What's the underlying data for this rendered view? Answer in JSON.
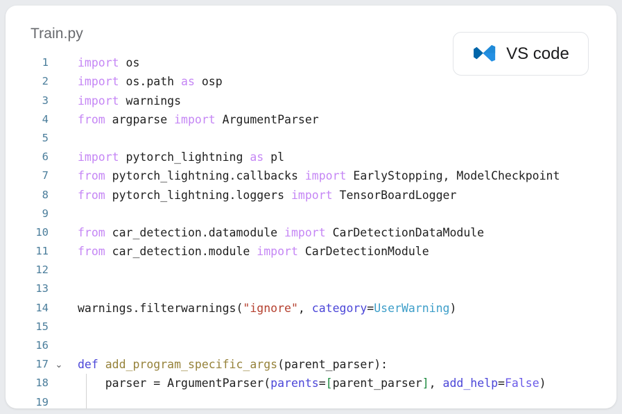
{
  "window": {
    "background_color": "#e9ebee",
    "card_color": "#ffffff"
  },
  "header": {
    "file_title": "Train.py",
    "badge": {
      "label": "VS code",
      "icon": "vscode-logo-icon",
      "icon_color_dark": "#0065a9",
      "icon_color_light": "#2490e3"
    }
  },
  "editor": {
    "language": "python",
    "partial_top_line": "  ",
    "partial_bottom_line_number": "19",
    "colors": {
      "line_number": "#4a7d9b",
      "keyword": "#c586f5",
      "def_keyword": "#4b46d8",
      "function_name": "#96823a",
      "string": "#b5402f",
      "parameter": "#4b46d8",
      "type": "#3d9ec9",
      "bracket": "#1b8a3f",
      "constant": "#6a5ae8",
      "plain": "#1f1f1f"
    },
    "lines": [
      {
        "number": "1",
        "fold": "",
        "indent_guide": false,
        "tokens": [
          {
            "text": "import",
            "cls": "t-kw"
          },
          {
            "text": " os",
            "cls": "t-plain"
          }
        ]
      },
      {
        "number": "2",
        "fold": "",
        "indent_guide": false,
        "tokens": [
          {
            "text": "import",
            "cls": "t-kw"
          },
          {
            "text": " os.path ",
            "cls": "t-plain"
          },
          {
            "text": "as",
            "cls": "t-kw"
          },
          {
            "text": " osp",
            "cls": "t-plain"
          }
        ]
      },
      {
        "number": "3",
        "fold": "",
        "indent_guide": false,
        "tokens": [
          {
            "text": "import",
            "cls": "t-kw"
          },
          {
            "text": " warnings",
            "cls": "t-plain"
          }
        ]
      },
      {
        "number": "4",
        "fold": "",
        "indent_guide": false,
        "tokens": [
          {
            "text": "from",
            "cls": "t-kw"
          },
          {
            "text": " argparse ",
            "cls": "t-plain"
          },
          {
            "text": "import",
            "cls": "t-kw"
          },
          {
            "text": " ArgumentParser",
            "cls": "t-plain"
          }
        ]
      },
      {
        "number": "5",
        "fold": "",
        "indent_guide": false,
        "tokens": []
      },
      {
        "number": "6",
        "fold": "",
        "indent_guide": false,
        "tokens": [
          {
            "text": "import",
            "cls": "t-kw"
          },
          {
            "text": " pytorch_lightning ",
            "cls": "t-plain"
          },
          {
            "text": "as",
            "cls": "t-kw"
          },
          {
            "text": " pl",
            "cls": "t-plain"
          }
        ]
      },
      {
        "number": "7",
        "fold": "",
        "indent_guide": false,
        "tokens": [
          {
            "text": "from",
            "cls": "t-kw"
          },
          {
            "text": " pytorch_lightning.callbacks ",
            "cls": "t-plain"
          },
          {
            "text": "import",
            "cls": "t-kw"
          },
          {
            "text": " EarlyStopping, ModelCheckpoint",
            "cls": "t-plain"
          }
        ]
      },
      {
        "number": "8",
        "fold": "",
        "indent_guide": false,
        "tokens": [
          {
            "text": "from",
            "cls": "t-kw"
          },
          {
            "text": " pytorch_lightning.loggers ",
            "cls": "t-plain"
          },
          {
            "text": "import",
            "cls": "t-kw"
          },
          {
            "text": " TensorBoardLogger",
            "cls": "t-plain"
          }
        ]
      },
      {
        "number": "9",
        "fold": "",
        "indent_guide": false,
        "tokens": []
      },
      {
        "number": "10",
        "fold": "",
        "indent_guide": false,
        "tokens": [
          {
            "text": "from",
            "cls": "t-kw"
          },
          {
            "text": " car_detection.datamodule ",
            "cls": "t-plain"
          },
          {
            "text": "import",
            "cls": "t-kw"
          },
          {
            "text": " CarDetectionDataModule",
            "cls": "t-plain"
          }
        ]
      },
      {
        "number": "11",
        "fold": "",
        "indent_guide": false,
        "tokens": [
          {
            "text": "from",
            "cls": "t-kw"
          },
          {
            "text": " car_detection.module ",
            "cls": "t-plain"
          },
          {
            "text": "import",
            "cls": "t-kw"
          },
          {
            "text": " CarDetectionModule",
            "cls": "t-plain"
          }
        ]
      },
      {
        "number": "12",
        "fold": "",
        "indent_guide": false,
        "tokens": []
      },
      {
        "number": "13",
        "fold": "",
        "indent_guide": false,
        "tokens": []
      },
      {
        "number": "14",
        "fold": "",
        "indent_guide": false,
        "tokens": [
          {
            "text": "warnings.filterwarnings(",
            "cls": "t-plain"
          },
          {
            "text": "\"ignore\"",
            "cls": "t-str"
          },
          {
            "text": ", ",
            "cls": "t-plain"
          },
          {
            "text": "category",
            "cls": "t-param"
          },
          {
            "text": "=",
            "cls": "t-plain"
          },
          {
            "text": "UserWarning",
            "cls": "t-type"
          },
          {
            "text": ")",
            "cls": "t-plain"
          }
        ]
      },
      {
        "number": "15",
        "fold": "",
        "indent_guide": false,
        "tokens": []
      },
      {
        "number": "16",
        "fold": "",
        "indent_guide": false,
        "tokens": []
      },
      {
        "number": "17",
        "fold": "chevron-down",
        "indent_guide": false,
        "tokens": [
          {
            "text": "def",
            "cls": "t-def"
          },
          {
            "text": " ",
            "cls": "t-plain"
          },
          {
            "text": "add_program_specific_args",
            "cls": "t-fn"
          },
          {
            "text": "(",
            "cls": "t-plain"
          },
          {
            "text": "parent_parser",
            "cls": "t-plain"
          },
          {
            "text": "):",
            "cls": "t-plain"
          }
        ]
      },
      {
        "number": "18",
        "fold": "",
        "indent_guide": true,
        "tokens": [
          {
            "text": "    parser = ArgumentParser(",
            "cls": "t-plain"
          },
          {
            "text": "parents",
            "cls": "t-param"
          },
          {
            "text": "=",
            "cls": "t-plain"
          },
          {
            "text": "[",
            "cls": "t-bracket"
          },
          {
            "text": "parent_parser",
            "cls": "t-plain"
          },
          {
            "text": "]",
            "cls": "t-bracket"
          },
          {
            "text": ", ",
            "cls": "t-plain"
          },
          {
            "text": "add_help",
            "cls": "t-param"
          },
          {
            "text": "=",
            "cls": "t-plain"
          },
          {
            "text": "False",
            "cls": "t-const"
          },
          {
            "text": ")",
            "cls": "t-plain"
          }
        ]
      },
      {
        "number": "19",
        "fold": "",
        "indent_guide": true,
        "tokens": []
      }
    ]
  }
}
